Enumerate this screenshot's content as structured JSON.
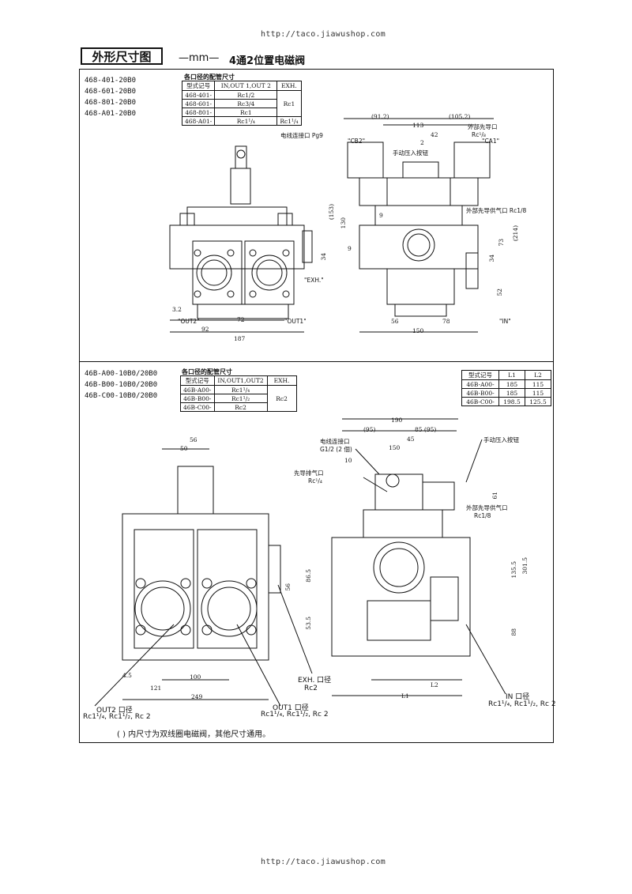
{
  "header": {
    "url_top": "http://taco.jiawushop.com"
  },
  "title": {
    "box": "外形尺寸图",
    "unit": "—mm—",
    "text": "4通2位置电磁阀"
  },
  "section1": {
    "models": [
      "468-401-20B0",
      "468-601-20B0",
      "468-801-20B0",
      "468-A01-20B0"
    ],
    "table_caption": "各口径的配管尺寸",
    "table_headers": [
      "型式记号",
      "IN,OUT 1,OUT 2",
      "EXH."
    ],
    "rows": [
      {
        "model": "468-401-",
        "port": "Rc1/2"
      },
      {
        "model": "468-601-",
        "port": "Rc3/4"
      },
      {
        "model": "468-801-",
        "port": "Rc1"
      },
      {
        "model": "468-A01-",
        "port": "Rc1¹/₄"
      }
    ],
    "exh": [
      "Rc1",
      "Rc1¹/₄"
    ],
    "labels": {
      "cable_port": "电线连接口 Pg9",
      "cb2": "\"CB2\"",
      "ca1": "\"CA1\"",
      "manual": "手动压入按钮",
      "ext_pilot": "外部先导口",
      "ext_pilot_size": "Rc¹/₈",
      "ext_supply": "外部先导供气口 Rc1/8",
      "exh": "\"EXH.\"",
      "out2": "\"OUT2\"",
      "out1": "\"OUT1\"",
      "in": "\"IN\""
    },
    "dims": {
      "d91_2": "(91.2)",
      "d113": "113",
      "d105_2": "(105.2)",
      "d42": "42",
      "d2": "2",
      "d153": "(153)",
      "d130": "130",
      "d9a": "9",
      "d9b": "9",
      "d214": "(214)",
      "d73": "73",
      "d34a": "34",
      "d34b": "34",
      "d52": "52",
      "d3_2": "3.2",
      "d92": "92",
      "d72": "72",
      "d187": "187",
      "d56": "56",
      "d78": "78",
      "d150": "150"
    }
  },
  "section2": {
    "models": [
      "46B-A00-10B0/20B0",
      "46B-B00-10B0/20B0",
      "46B-C00-10B0/20B0"
    ],
    "table_caption": "各口径的配管尺寸",
    "table_headers": [
      "型式记号",
      "IN,OUT1,OUT2",
      "EXH."
    ],
    "rows": [
      {
        "model": "46B-A00-",
        "port": "Rc1¹/₄"
      },
      {
        "model": "46B-B00-",
        "port": "Rc1¹/₂"
      },
      {
        "model": "46B-C00-",
        "port": "Rc2"
      }
    ],
    "exh": "Rc2",
    "l_table_headers": [
      "型式记号",
      "L1",
      "L2"
    ],
    "l_rows": [
      {
        "model": "46B-A00-",
        "l1": "185",
        "l2": "115"
      },
      {
        "model": "46B-B00-",
        "l1": "185",
        "l2": "115"
      },
      {
        "model": "46B-C00-",
        "l1": "198.5",
        "l2": "125.5"
      }
    ],
    "labels": {
      "cable_port": "电线连接口",
      "cable_size": "G1/2 (2 個)",
      "manual": "手动压入按钮",
      "pilot_exh": "先导排气口",
      "pilot_exh_size": "Rc¹/₄",
      "ext_supply": "外部先导供气口",
      "ext_supply_size": "Rc1/8",
      "exh": "EXH. 口径",
      "exh_size": "Rc2",
      "out2": "OUT2 口径",
      "out2_size": "Rc1¹/₄, Rc1¹/₂, Rc 2",
      "out1": "OUT1 口径",
      "out1_size": "Rc1¹/₄, Rc1¹/₂, Rc 2",
      "in": "IN 口径",
      "in_size": "Rc1¹/₄, Rc1¹/₂, Rc 2"
    },
    "dims": {
      "d56": "56",
      "d50": "50",
      "d190": "190",
      "d95": "(95)",
      "d85_95": "85 (95)",
      "d45": "45",
      "d150": "150",
      "d10": "10",
      "d61": "61",
      "d86_5": "86.5",
      "d53_5": "53.5",
      "d135_5": "135.5",
      "d301_5": "301.5",
      "d88": "88",
      "d56v": "56",
      "d4_5": "4.5",
      "d100": "100",
      "d121": "121",
      "d249": "249",
      "l2": "L2",
      "l1": "L1"
    }
  },
  "footnote": "( ) 内尺寸为双线圈电磁阀，其他尺寸通用。",
  "footer": {
    "url_bottom": "http://taco.jiawushop.com"
  }
}
